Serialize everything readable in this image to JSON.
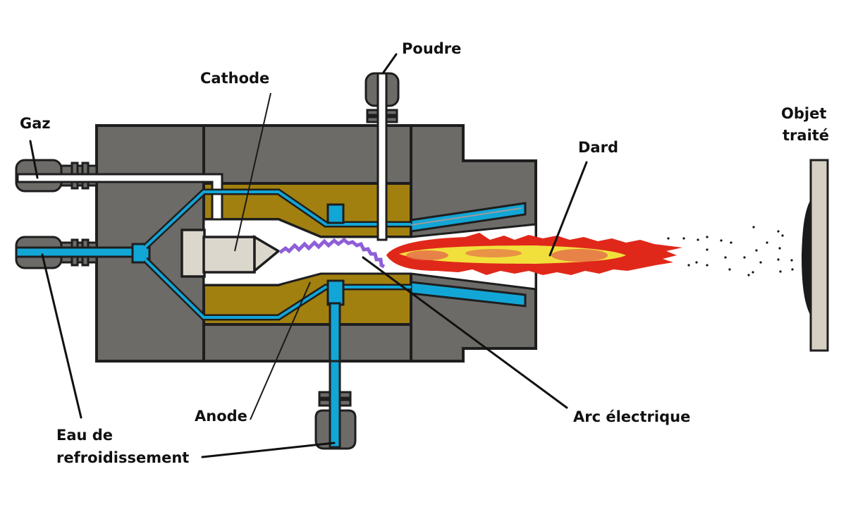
{
  "title": "Torche de projection plasma",
  "labels": {
    "gaz": "Gaz",
    "cathode": "Cathode",
    "poudre": "Poudre",
    "objet_line1": "Objet",
    "objet_line2": "traité",
    "dard": "Dard",
    "eau_line1": "Eau de",
    "eau_line2": "refroidissement",
    "anode": "Anode",
    "arc": "Arc électrique"
  },
  "colors": {
    "body": "#6d6b68",
    "anode": "#a2800f",
    "water": "#12a6d6",
    "cathode": "#dcd7cd",
    "arc": "#8e5fd8",
    "flame_outer": "#e0281a",
    "flame_inner": "#f1e03c",
    "flame_core": "#e5724a",
    "substrate": "#d6cfc4",
    "coating": "#1a1a1a"
  },
  "components": [
    {
      "id": "gas-inlet",
      "label_ref": "gaz"
    },
    {
      "id": "cooling-water-inlet",
      "label_ref": "eau_line2"
    },
    {
      "id": "cathode",
      "label_ref": "cathode"
    },
    {
      "id": "anode",
      "label_ref": "anode"
    },
    {
      "id": "powder-inlet",
      "label_ref": "poudre"
    },
    {
      "id": "electric-arc",
      "label_ref": "arc"
    },
    {
      "id": "plasma-jet",
      "label_ref": "dard"
    },
    {
      "id": "treated-object",
      "label_ref": "objet_line2"
    }
  ]
}
